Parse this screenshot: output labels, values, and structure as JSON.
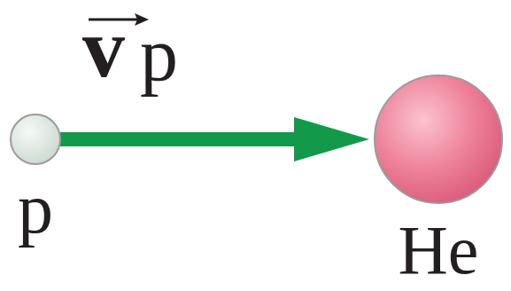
{
  "diagram": {
    "nodes": [
      {
        "text": [
          "p"
        ]
      },
      {
        "text": [
          "He"
        ]
      }
    ],
    "edges": [
      {
        "from": 0,
        "to": 1,
        "arrow": "to"
      }
    ],
    "labels": [
      "v",
      "p"
    ]
  }
}
